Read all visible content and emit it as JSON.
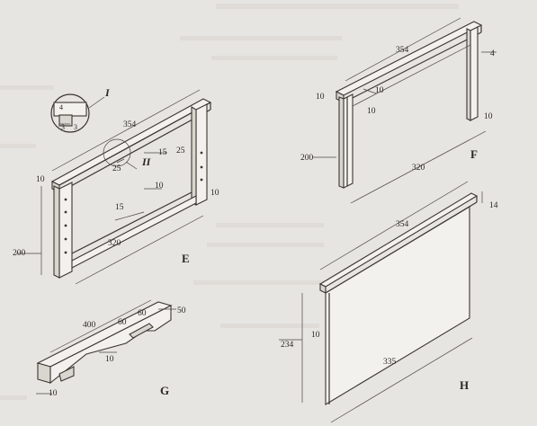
{
  "figure": {
    "labels": {
      "E": "E",
      "F": "F",
      "G": "G",
      "H": "H",
      "detail": "I",
      "section": "II"
    },
    "dimensions": {
      "e_top_length": "354",
      "e_bottom_length": "320",
      "e_height": "200",
      "e_top_thickness": "10",
      "e_side_thickness": "10",
      "e_bar_width": "25",
      "e_bar_width_2": "25",
      "e_bar_depth": "15",
      "e_bottom_bar_depth": "15",
      "e_bottom_bar_thickness": "10",
      "detail_a": "3",
      "detail_b": "3",
      "detail_c": "4",
      "f_top_length": "354",
      "f_bottom_length": "320",
      "f_height": "200",
      "f_ear": "4",
      "f_top_thickness": "10",
      "f_bar_thickness": "10",
      "f_side_thickness": "10",
      "f_side_2": "10",
      "g_length": "400",
      "g_width": "50",
      "g_notch_1": "60",
      "g_notch_2": "60",
      "g_thickness": "10",
      "g_end": "10",
      "h_top_length": "354",
      "h_bottom_length": "335",
      "h_height": "234",
      "h_thickness": "10",
      "h_top_thickness": "14"
    }
  }
}
